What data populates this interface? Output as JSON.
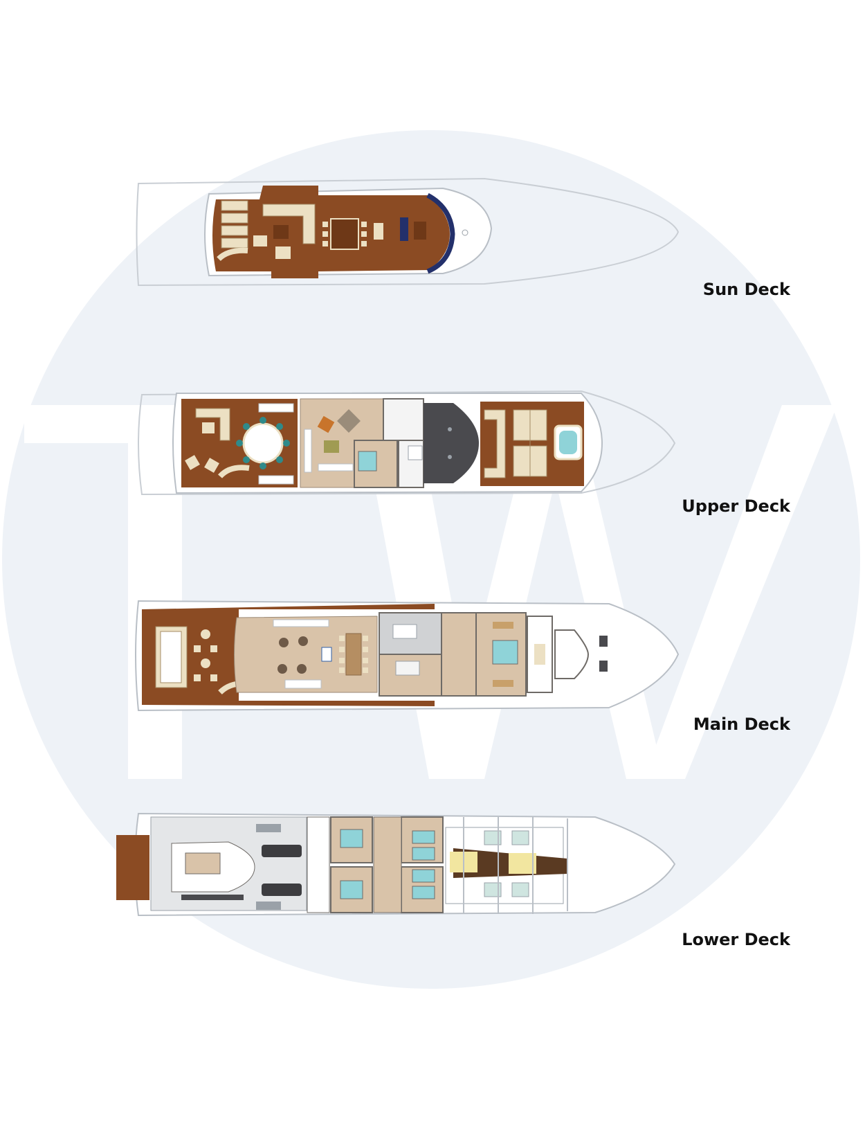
{
  "decks": {
    "sun": "Sun Deck",
    "upper": "Upper Deck",
    "main": "Main Deck",
    "lower": "Lower Deck"
  },
  "watermark": "TW",
  "colors": {
    "watermark_disc": "#eef2f7",
    "watermark_letters": "#ffffff",
    "teak": "#8b4b23",
    "teak_dark": "#6e3817",
    "interior": "#d9c3a9",
    "cushion": "#ece0c3",
    "outline": "#b9bfc6",
    "hull_line": "#c9ced4",
    "floor_grey": "#e4e6e8",
    "glass_teal": "#8fd3d8",
    "navy": "#23306b",
    "label_text": "#111111"
  }
}
